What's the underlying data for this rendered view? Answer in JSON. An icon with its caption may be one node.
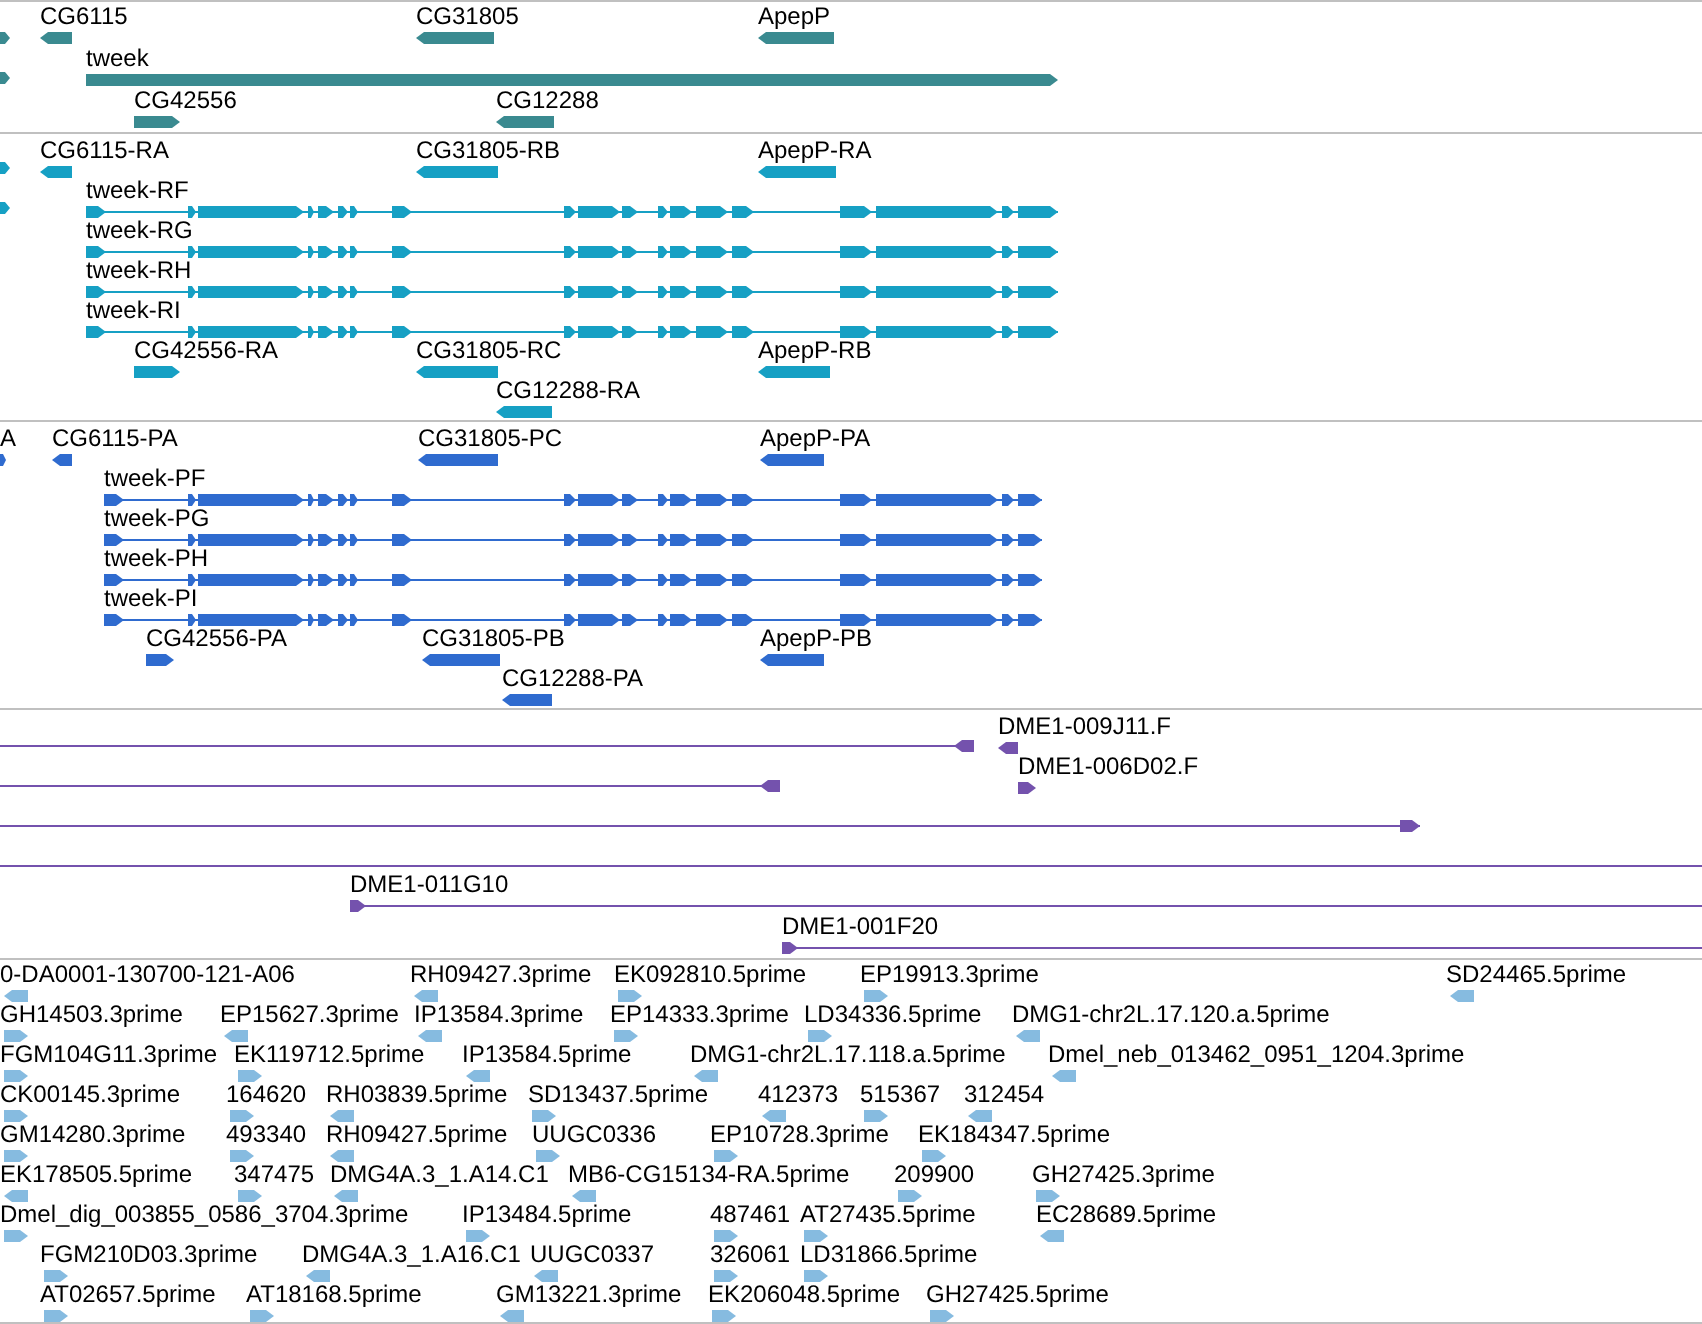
{
  "diagram": {
    "labels": [
      "CG6115",
      "CG31805",
      "ApepP",
      "tweek",
      "CG42556",
      "CG12288",
      "CG6115-RA",
      "CG31805-RB",
      "ApepP-RA",
      "tweek-RF",
      "tweek-RG",
      "tweek-RH",
      "tweek-RI",
      "CG42556-RA",
      "CG31805-RC",
      "ApepP-RB",
      "CG12288-RA",
      "A",
      "CG6115-PA",
      "CG31805-PC",
      "ApepP-PA",
      "tweek-PF",
      "tweek-PG",
      "tweek-PH",
      "tweek-PI",
      "CG42556-PA",
      "CG31805-PB",
      "ApepP-PB",
      "CG12288-PA",
      "DME1-009J11.F",
      "DME1-006D02.F",
      "DME1-011G10",
      "DME1-001F20",
      "0-DA0001-130700-121-A06",
      "RH09427.3prime",
      "EK092810.5prime",
      "EP19913.3prime",
      "SD24465.5prime",
      "GH14503.3prime",
      "EP15627.3prime",
      "IP13584.3prime",
      "EP14333.3prime",
      "LD34336.5prime",
      "DMG1-chr2L.17.120.a.5prime",
      "FGM104G11.3prime",
      "EK119712.5prime",
      "IP13584.5prime",
      "DMG1-chr2L.17.118.a.5prime",
      "Dmel_neb_013462_0951_1204.3prime",
      "CK00145.3prime",
      "164620",
      "RH03839.5prime",
      "SD13437.5prime",
      "412373",
      "515367",
      "312454",
      "GM14280.3prime",
      "493340",
      "RH09427.5prime",
      "UUGC0336",
      "EP10728.3prime",
      "EK184347.5prime",
      "EK178505.5prime",
      "347475",
      "DMG4A.3_1.A14.C1",
      "MB6-CG15134-RA.5prime",
      "209900",
      "GH27425.3prime",
      "Dmel_dig_003855_0586_3704.3prime",
      "IP13484.5prime",
      "487461",
      "AT27435.5prime",
      "EC28689.5prime",
      "FGM210D03.3prime",
      "DMG4A.3_1.A16.C1",
      "UUGC0337",
      "326061",
      "LD31866.5prime",
      "AT02657.5prime",
      "AT18168.5prime",
      "GM13221.3prime",
      "EK206048.5prime",
      "GH27425.5prime"
    ]
  }
}
